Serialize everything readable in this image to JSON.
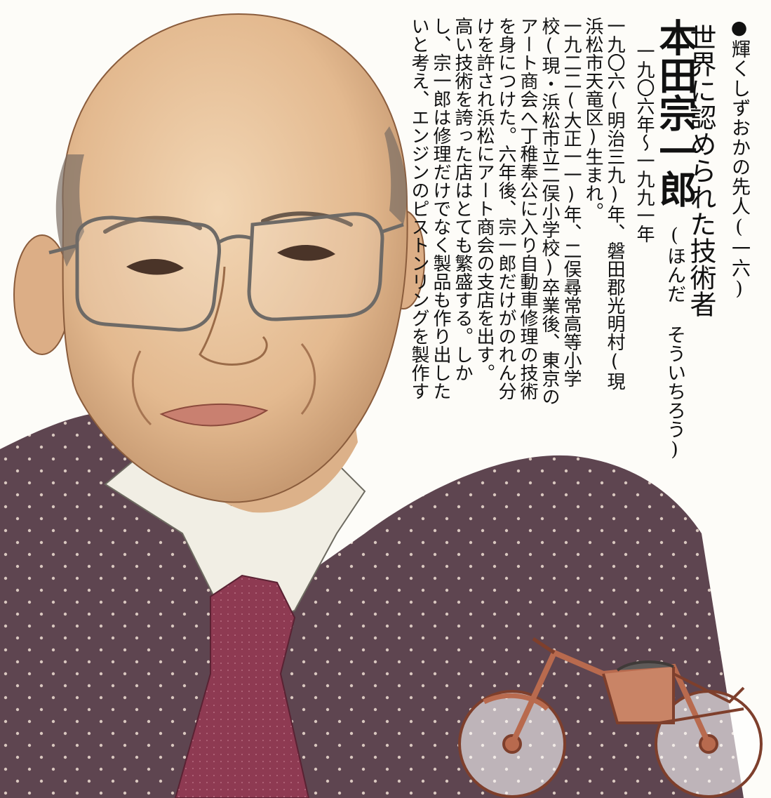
{
  "header": {
    "series": "●輝くしずおかの先人(一六)",
    "title": "世界に認められた技術者",
    "name": "本田宗一郎",
    "reading": "(ほんだ そういちろう)",
    "years": "一九〇六年〜一九九一年"
  },
  "body": {
    "lines": [
      "一九〇六(明治三九)年、磐田郡光明村(現",
      "浜松市天竜区)生まれ。",
      "一九二二(大正一一)年、二俣尋常高等小学",
      "校(現・浜松市立二俣小学校)卒業後、東京の",
      "アート商会へ丁稚奉公に入り自動車修理の技術",
      "を身につけた。六年後、宗一郎だけがのれん分",
      "けを許され浜松にアート商会の支店を出す。",
      "高い技術を誇った店はとても繁盛する。しか",
      "し、宗一郎は修理だけでなく製品も作り出した",
      "いと考え、エンジンのピストンリングを製作す"
    ]
  },
  "colors": {
    "jacket": "#5e4550",
    "tie": "#8e3a52",
    "skin": "#e7c29c",
    "motorcycle": "#b86a4e"
  }
}
